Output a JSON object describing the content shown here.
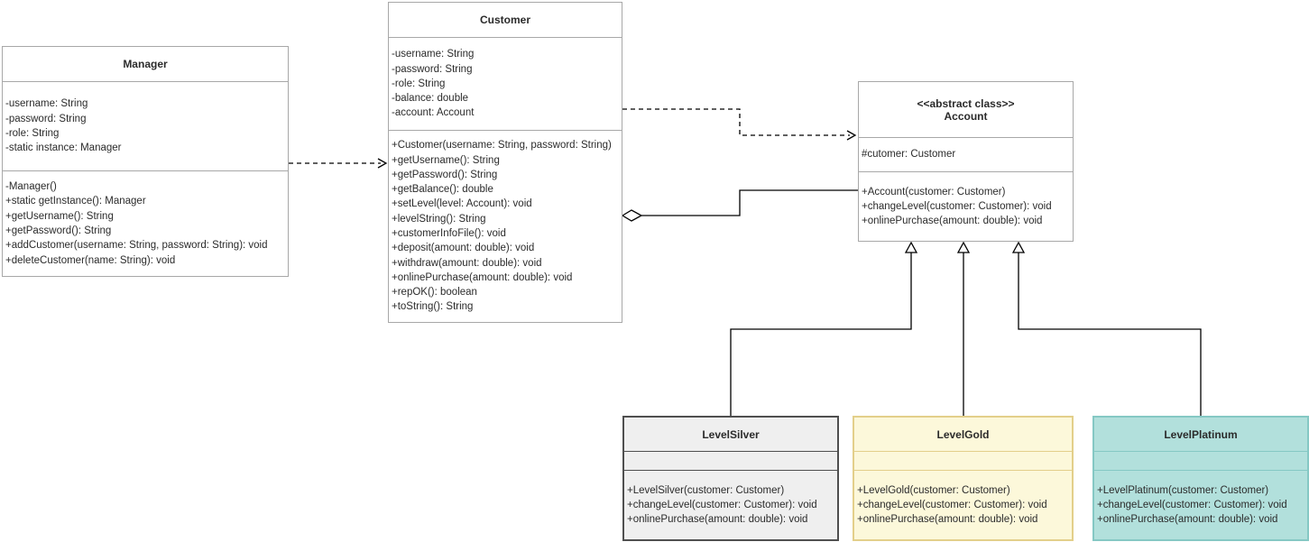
{
  "canvas": {
    "background": "#ffffff"
  },
  "diagram_type": "UML class diagram",
  "classes": {
    "manager": {
      "title": "Manager",
      "attributes": [
        "-username: String",
        "-password: String",
        "-role: String",
        "-static instance: Manager"
      ],
      "methods": [
        "-Manager()",
        "+static getInstance(): Manager",
        "+getUsername(): String",
        "+getPassword(): String",
        "+addCustomer(username: String, password: String): void",
        "+deleteCustomer(name: String): void"
      ],
      "colors": {
        "fill": "#ffffff",
        "stroke": "#a8a8a8"
      }
    },
    "customer": {
      "title": "Customer",
      "attributes": [
        "-username: String",
        "-password: String",
        "-role: String",
        "-balance: double",
        "-account: Account"
      ],
      "methods": [
        "+Customer(username: String, password: String)",
        "+getUsername(): String",
        "+getPassword(): String",
        "+getBalance(): double",
        "+setLevel(level: Account): void",
        "+levelString(): String",
        "+customerInfoFile(): void",
        "+deposit(amount: double): void",
        "+withdraw(amount: double): void",
        "+onlinePurchase(amount: double): void",
        "+repOK(): boolean",
        "+toString(): String"
      ],
      "colors": {
        "fill": "#ffffff",
        "stroke": "#a8a8a8"
      }
    },
    "account": {
      "stereotype": "<<abstract class>>",
      "title": "Account",
      "attributes": [
        "#cutomer: Customer"
      ],
      "methods": [
        "+Account(customer: Customer)",
        "+changeLevel(customer: Customer): void",
        "+onlinePurchase(amount: double): void"
      ],
      "colors": {
        "fill": "#ffffff",
        "stroke": "#a8a8a8"
      }
    },
    "levelSilver": {
      "title": "LevelSilver",
      "attributes": [],
      "methods": [
        "+LevelSilver(customer: Customer)",
        "+changeLevel(customer: Customer): void",
        "+onlinePurchase(amount: double): void"
      ],
      "colors": {
        "fill": "#efefef",
        "stroke": "#4f4f4f"
      }
    },
    "levelGold": {
      "title": "LevelGold",
      "attributes": [],
      "methods": [
        "+LevelGold(customer: Customer)",
        "+changeLevel(customer: Customer): void",
        "+onlinePurchase(amount: double): void"
      ],
      "colors": {
        "fill": "#fcf8da",
        "stroke": "#e3cf8a"
      }
    },
    "levelPlatinum": {
      "title": "LevelPlatinum",
      "attributes": [],
      "methods": [
        "+LevelPlatinum(customer: Customer)",
        "+changeLevel(customer: Customer): void",
        "+onlinePurchase(amount: double): void"
      ],
      "colors": {
        "fill": "#b2e0dc",
        "stroke": "#85c8c4"
      }
    }
  },
  "relationships": [
    {
      "type": "dependency",
      "from": "Manager",
      "to": "Customer",
      "line": "dashed",
      "arrow": "open"
    },
    {
      "type": "dependency",
      "from": "Customer",
      "to": "Account",
      "line": "dashed",
      "arrow": "open"
    },
    {
      "type": "aggregation",
      "whole": "Customer",
      "part": "Account",
      "line": "solid",
      "marker": "hollow-diamond"
    },
    {
      "type": "inheritance",
      "child": "LevelSilver",
      "parent": "Account",
      "marker": "hollow-triangle"
    },
    {
      "type": "inheritance",
      "child": "LevelGold",
      "parent": "Account",
      "marker": "hollow-triangle"
    },
    {
      "type": "inheritance",
      "child": "LevelPlatinum",
      "parent": "Account",
      "marker": "hollow-triangle"
    }
  ],
  "connector_color": "#000000"
}
